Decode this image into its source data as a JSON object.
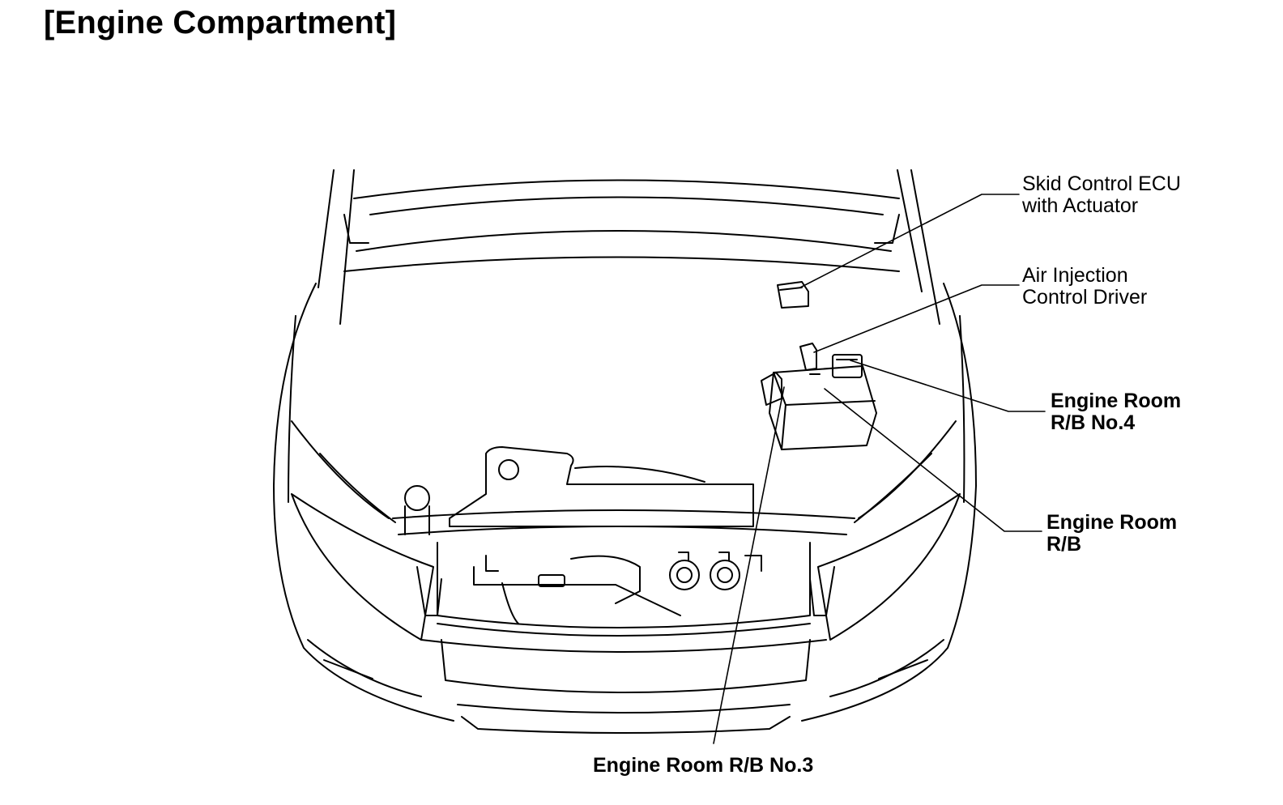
{
  "title": "[Engine Compartment]",
  "labels": {
    "skid_ecu": {
      "line1": "Skid Control ECU",
      "line2": "with Actuator"
    },
    "air_injection": {
      "line1": "Air Injection",
      "line2": "Control Driver"
    },
    "rb_no4": {
      "line1": "Engine Room",
      "line2": "R/B No.4"
    },
    "rb": {
      "line1": "Engine Room",
      "line2": "R/B"
    },
    "rb_no3": {
      "text": "Engine Room R/B No.3"
    }
  }
}
